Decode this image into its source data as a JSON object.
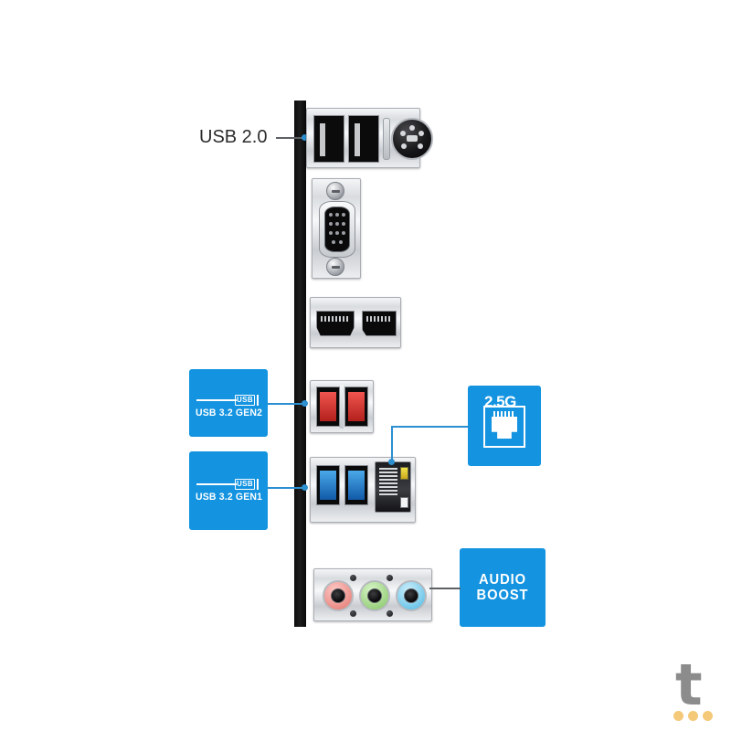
{
  "page": {
    "title": "Motherboard Rear I/O Panel Diagram",
    "background_color": "#ffffff"
  },
  "colors": {
    "badge_blue": "#1393e0",
    "leader_blue": "#2b8fd0",
    "label_text": "#2b2b2d",
    "usb_red": "#d8332c",
    "usb_blue": "#2f7fc9",
    "lan_led_yellow": "#f2e24b",
    "audio_pink": "#e98a84",
    "audio_green": "#98d07c",
    "audio_blue": "#6ec6ea",
    "watermark_gray": "#8c8c8c",
    "watermark_dot": "#f4c97a"
  },
  "labels": {
    "usb20": "USB 2.0"
  },
  "badges": {
    "gen2": {
      "logo_text": "USB",
      "sub_label": "USB 3.2 GEN2",
      "icon": "usb-logo-icon"
    },
    "gen1": {
      "logo_text": "USB",
      "sub_label": "USB 3.2 GEN1",
      "icon": "usb-logo-icon"
    },
    "lan": {
      "speed": "2.5G",
      "icon": "rj45-jack-icon"
    },
    "audio": {
      "line1": "AUDIO",
      "line2": "BOOST"
    }
  },
  "ports": {
    "usb20": {
      "name": "USB 2.0 ports",
      "count": 2
    },
    "ps2": {
      "name": "PS/2 combo port"
    },
    "vga": {
      "name": "VGA D-Sub port"
    },
    "hdmi": {
      "name": "HDMI port"
    },
    "displayport": {
      "name": "DisplayPort"
    },
    "usb_gen2": {
      "name": "USB 3.2 Gen2 Type-A ports",
      "count": 2,
      "color": "red"
    },
    "usb_gen1": {
      "name": "USB 3.2 Gen1 Type-A ports",
      "count": 2,
      "color": "blue"
    },
    "lan": {
      "name": "2.5G LAN RJ45 port"
    },
    "audio_jacks": [
      {
        "name": "mic-in",
        "color": "pink"
      },
      {
        "name": "line-out",
        "color": "green"
      },
      {
        "name": "line-in",
        "color": "blue"
      }
    ]
  },
  "watermark": {
    "letter": "t",
    "dots": 3
  }
}
